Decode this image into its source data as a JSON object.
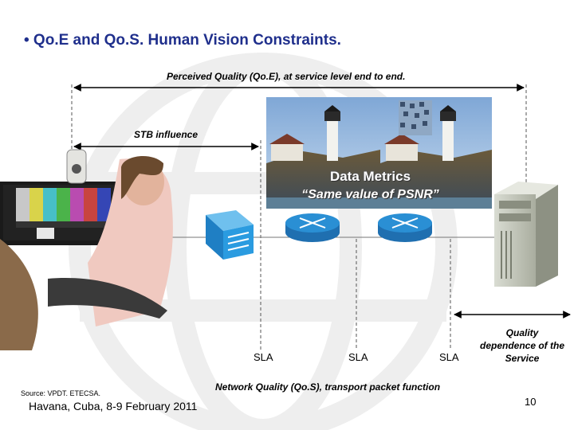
{
  "slide": {
    "title": "• Qo.E and Qo.S. Human Vision Constraints.",
    "footer": "Havana, Cuba, 8-9 February 2011",
    "source": "Source: VPDT. ETECSA.",
    "page_number": "10"
  },
  "diagram": {
    "qoe_label": "Perceived Quality (Qo.E), at service level end to end.",
    "stb_label": "STB influence",
    "data_metrics_title": "Data Metrics",
    "data_metrics_subtitle": "“Same value of PSNR”",
    "sla_labels": [
      "SLA",
      "SLA",
      "SLA"
    ],
    "qos_label": "Network Quality  (Qo.S), transport packet function",
    "quality_label": "Quality dependence of the Service"
  },
  "colors": {
    "title": "#1f2f8c",
    "router": "#2a8fd4",
    "link": "#555555",
    "watermark": "#eeeeee"
  }
}
